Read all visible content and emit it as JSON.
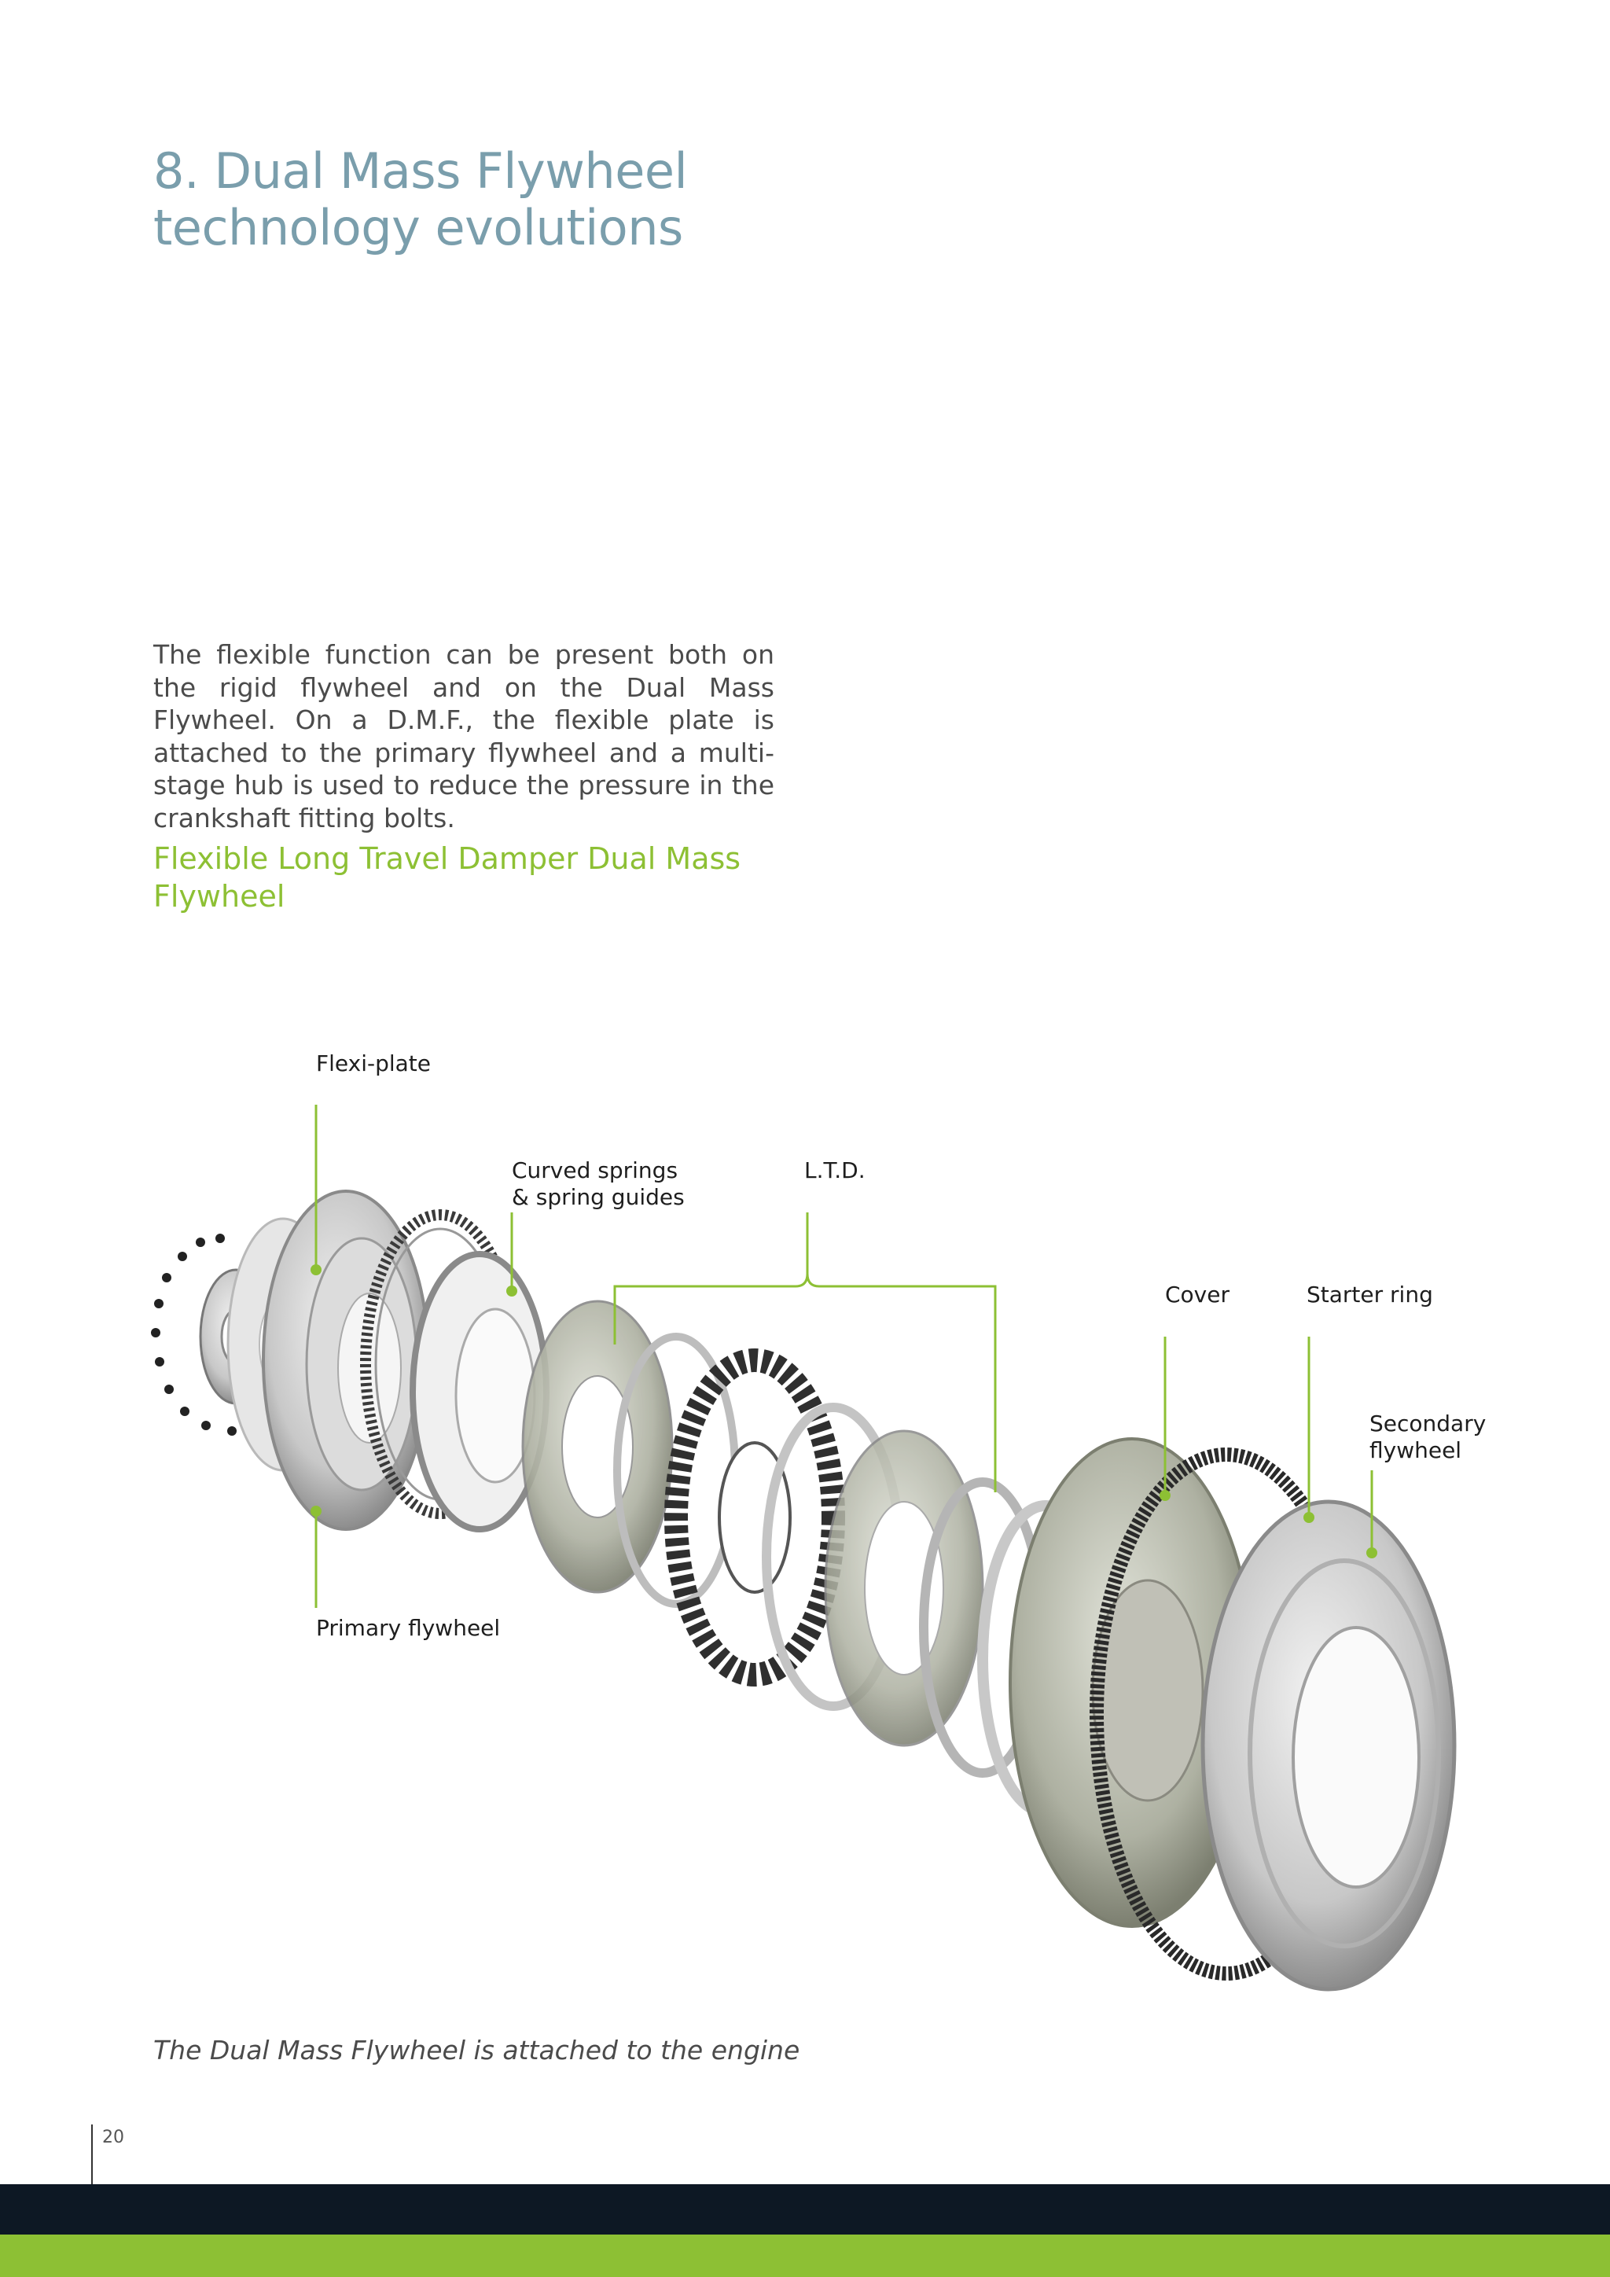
{
  "page_title": {
    "line1": "8. Dual Mass Flywheel",
    "line2": "technology evolutions"
  },
  "intro_paragraph": "The flexible function can be present both on the rigid flywheel and on the Dual Mass Flywheel. On a D.M.F., the flexible plate is attached to the primary flywheel and a multi-stage hub is used to reduce the pressure in the crankshaft fitting bolts.",
  "section_subtitle": {
    "line1": "Flexible Long Travel Damper Dual Mass",
    "line2": "Flywheel"
  },
  "diagram": {
    "callouts": {
      "flexi_plate": "Flexi-plate",
      "curved_springs_line1": "Curved springs",
      "curved_springs_line2": "& spring guides",
      "ltd": "L.T.D.",
      "cover": "Cover",
      "starter_ring": "Starter ring",
      "secondary_flywheel_line1": "Secondary",
      "secondary_flywheel_line2": "flywheel",
      "primary_flywheel": "Primary flywheel"
    },
    "leader_color": "#8dc034"
  },
  "caption": "The Dual Mass Flywheel is attached to the engine",
  "page_number": "20",
  "colors": {
    "title": "#7a9eac",
    "subtitle_green": "#8dc034",
    "footer_dark": "#0d1824",
    "footer_green": "#8dc034"
  }
}
